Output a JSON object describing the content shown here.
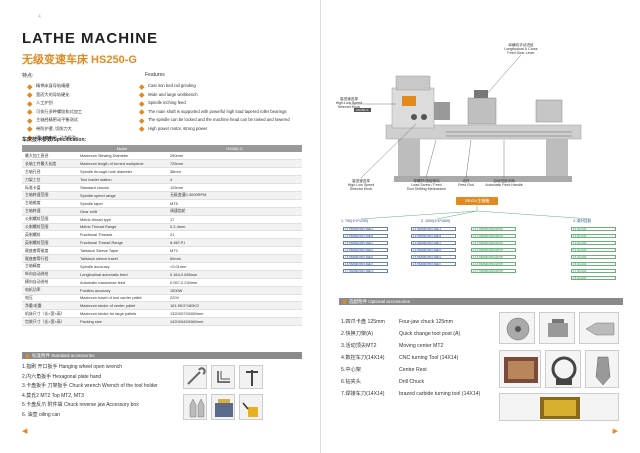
{
  "left": {
    "page_mark": "4",
    "title": "LATHE MACHINE",
    "subtitle": "无级变速车床 HS250-G",
    "features_cn_label": "特点:",
    "features_en_label": "Features",
    "features_cn": [
      "精悍床身导轨精磨",
      "宽而大的导轨硬化",
      "人工护刮",
      "可执行多种螺纹和式加工",
      "主轴经精密动平衡测试",
      "带防护罩, 切削力大",
      "通过串电机, 动力强劲"
    ],
    "features_en": [
      "Cast iron bed rail grinding",
      "Wide and large workbench",
      "Spindle inching feed",
      "The main shaft is supported with powerful high load tapered roller bearings",
      "The spindle can be locked and the machine head can be raised and lowered",
      "High power motor, strong power"
    ],
    "spec_label": "车床技术参数/Specification:",
    "spec_header": [
      "",
      "Model",
      "HS250-G"
    ],
    "specs": [
      [
        "最大加工直径",
        "Maximum Slewing Diameter",
        "250mm"
      ],
      [
        "长轴工件最大长度",
        "Maximum length of turned workpiece",
        "725mm"
      ],
      [
        "主轴孔径",
        "Spindle through-hole diameter",
        "38mm"
      ],
      [
        "刀架工位",
        "Tool holder station",
        "4"
      ],
      [
        "标准卡盘",
        "Standard chucks",
        "125mm"
      ],
      [
        "主轴转速范围",
        "Spindle speed range",
        "无级变速0-3000RPM"
      ],
      [
        "主轴锥度",
        "Spindle taper",
        "MT5"
      ],
      [
        "主轴转速",
        "Gear shift",
        "调速齿轮"
      ],
      [
        "公制螺纹范围",
        "Metric thread type",
        "17"
      ],
      [
        "公制螺纹范围",
        "Metric Thread Range",
        "0.2-4mm"
      ],
      [
        "英制螺纹",
        "Fractional Threads",
        "21"
      ],
      [
        "英制螺纹范围",
        "Fractional Thread Range",
        "8-56T.P.I"
      ],
      [
        "尾座套筒锥度",
        "Tailstock Sleeve Taper",
        "MT2"
      ],
      [
        "尾座套筒行程",
        "Tailstock sleeve travel",
        "60mm"
      ],
      [
        "主轴精度",
        "Spindle accuracy",
        "<0.01mm"
      ],
      [
        "纵向自动进给",
        "Longitudinal automatic feed",
        "0.164-0.655mm"
      ],
      [
        "横向自动进给",
        "Automatic transverse feed",
        "0.057-0.230mm"
      ],
      [
        "电机功率",
        "Position accuracy",
        "1500W"
      ],
      [
        "电压",
        "Maximum travel of tool carrier pallet",
        "220V"
      ],
      [
        "净重/毛重",
        "Maximum stroke of center pallet",
        "161.5KG*180KG"
      ],
      [
        "机床尺寸（长×宽×高）",
        "Maximum stroke for large pallets",
        "1320X570X650mm"
      ],
      [
        "包装尺寸（长×宽×高）",
        "Packing size",
        "1420X640X660mm"
      ]
    ],
    "acc_section": "标准附件 Standard accessories",
    "accessories": [
      "1.指刷  开口扳手  Hanging wheel open wrench",
      "2.内六角扳手  Hexagonal plate hand",
      "3.卡盘扳手 刀架扳手  Chuck wrench Wrench of the tool holder",
      "4.莫氏2 MT2 Top MT2, MT3",
      "5.卡盘反爪 附件袋 Chuck reverse jaw  Accessory box",
      "6. 油壶  oiling can"
    ],
    "footer": "◀"
  },
  "right": {
    "callouts": {
      "top": "纵横向手动进给\nLongitudinal & Cross\nFeed Gear Lever",
      "left_top": "高低速选择\nHigh-Low Speed\nSelector Knob",
      "left_bottom": "高低速选择\nHigh-Low Speed\nSelector Knob",
      "mid_bottom": "导螺杆/进给换向\nLead Screw / Feed\nRod Shifting Mechanism",
      "feed_rod": "光杆\nFeed Rod",
      "auto_feed": "自动进给手柄\nAutomatic Feed Handle"
    },
    "machine_plate": "HS250-G",
    "tree": {
      "root": "250GV主轴箱",
      "branch_1": "1. 750(1*4*1290)",
      "branch_2": "2. 1000(1*4*1500)",
      "branch_3": "3. 英吋挂轮",
      "items_1": [
        "1.1 HS250DV250主轴箱 A",
        "1.2 HS250DV250主轴箱 B",
        "1.3 HS250DV250主轴箱 C",
        "1.4 HS250DV250主轴箱 D",
        "1.5 HS250DV250主轴箱 E",
        "1.6 HS250DV250主轴箱 F",
        "1.7 HS250DV250主轴箱 G"
      ],
      "items_2": [
        "2.1 HS250DV250主轴箱 A",
        "2.2 HS250DV250主轴箱 B",
        "2.3 HS250DV250主轴箱 C",
        "2.4 HS250DV250主轴箱 D",
        "2.5 HS250DV250主轴箱 E",
        "2.6 HS250DV250主轴箱 F"
      ],
      "items_2b": [
        "2.1.1 HS250DV250挂轮组件",
        "2.1.2 HS250DV250挂轮组件",
        "2.1.3 HS250DV250挂轮组件",
        "2.1.4 HS250DV250挂轮组件",
        "2.1.5 HS250DV250挂轮组件",
        "2.1.6 HS250DV250挂轮组件",
        "2.1.7 HS250DV250挂轮组件"
      ],
      "items_3": [
        "3.1 英吋挂轮",
        "3.2 英吋挂轮",
        "3.3 英吋挂轮",
        "3.4 英吋挂轮",
        "3.5 英吋挂轮",
        "3.6 英吋挂轮",
        "3.7 英吋挂轮",
        "3.8 英吋挂轮"
      ]
    },
    "opt_section": "选配附件  Optional accessories",
    "optional_cn": [
      "1.四爪卡盘 125mm",
      "2.快换刀架(A)",
      "3.活动顶尖MT2",
      "4.数控车刀(14X14)",
      "5.中心架",
      "6.钻夹头",
      "7.焊接车刀(14X14)"
    ],
    "optional_en": [
      "Four-jaw chuck 125mm",
      "Quick change tool post (A)",
      "Moving center MT2",
      "CNC turning Tool (14X14)",
      "Centre Rest",
      "Drill Chuck",
      "brazed carbide turning tool (14X14)"
    ],
    "footer": "▶"
  },
  "colors": {
    "accent": "#e38a1f",
    "bar": "#8a8a8a",
    "tree_green": "#2a8a4a",
    "tree_blue": "#2a4a8a"
  }
}
